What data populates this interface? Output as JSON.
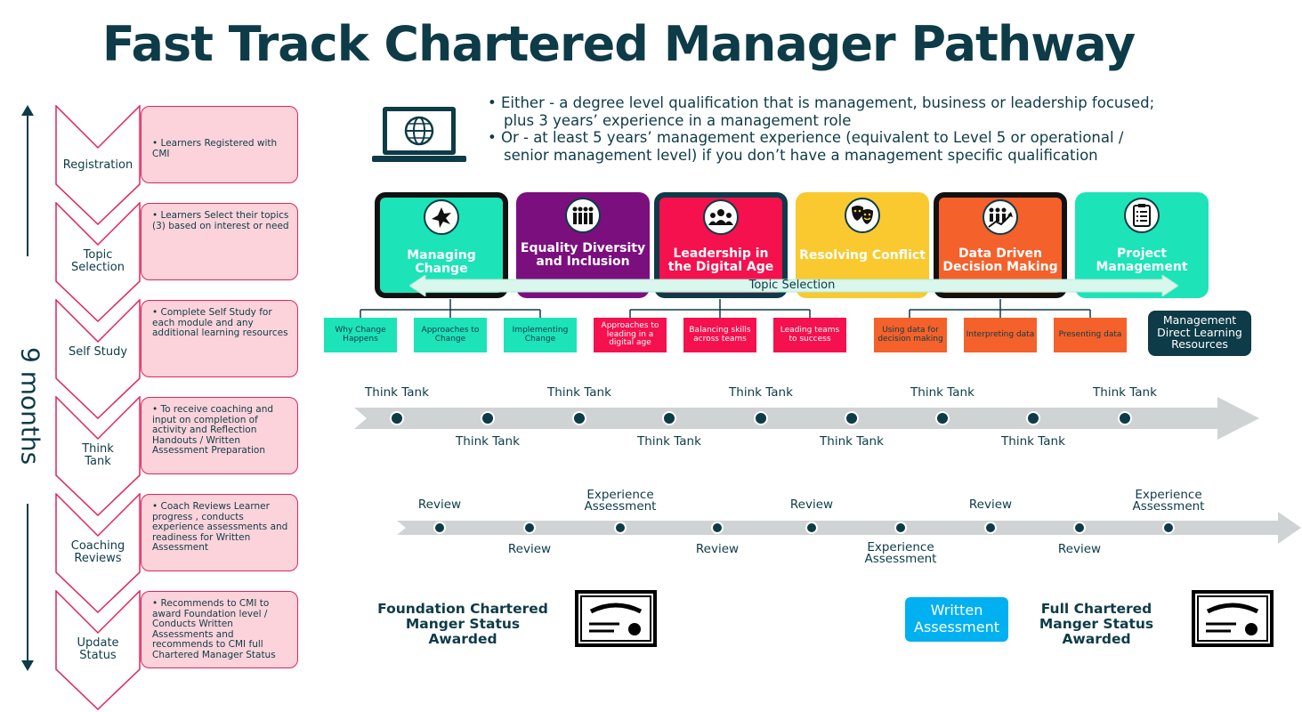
{
  "title": "Fast Track Chartered Manager Pathway",
  "duration_label": "9 months",
  "stages": [
    {
      "label": "Registration",
      "description": "Learners Registered with CMI"
    },
    {
      "label": "Topic Selection",
      "description": "Learners Select their topics (3) based on interest or need"
    },
    {
      "label": "Self Study",
      "description": "Complete Self Study for each module and any additional learning resources"
    },
    {
      "label": "Think Tank",
      "description": "To receive coaching and input on completion of activity and Reflection Handouts / Written Assessment Preparation"
    },
    {
      "label": "Coaching Reviews",
      "description": "Coach Reviews Learner progress , conducts experience assessments and readiness for Written Assessment"
    },
    {
      "label": "Update Status",
      "description": "Recommends to CMI to award Foundation level / Conducts Written Assessments and recommends to CMI full Chartered Manager Status"
    }
  ],
  "eligibility": [
    "Either - a degree level qualification that is management, business or leadership focused; plus 3 years’ experience in a management role",
    "Or - at least 5 years’ management experience (equivalent to Level 5 or operational / senior management level) if you don’t have a management specific qualification"
  ],
  "modules": [
    {
      "label": "Managing Change",
      "icon": "change-icon",
      "color": "#1de3b8"
    },
    {
      "label": "Equality Diversity and Inclusion",
      "icon": "group-icon",
      "color": "#7b0f7e"
    },
    {
      "label": "Leadership in the Digital Age",
      "icon": "team-icon",
      "color": "#f5104e"
    },
    {
      "label": "Resolving Conflict",
      "icon": "theatre-masks-icon",
      "color": "#f9c92f"
    },
    {
      "label": "Data Driven Decision Making",
      "icon": "data-growth-icon",
      "color": "#f4612a"
    },
    {
      "label": "Project Management",
      "icon": "checklist-icon",
      "color": "#1de3b8"
    }
  ],
  "topic_selection_label": "Topic Selection",
  "subtopics": {
    "managing_change": [
      "Why Change Happens",
      "Approaches to Change",
      "Implementing Change"
    ],
    "digital_age": [
      "Approaches to leading in a digital age",
      "Balancing skills across teams",
      "Leading teams to success"
    ],
    "data_driven": [
      "Using data for decision making",
      "Interpreting data",
      "Presenting data"
    ]
  },
  "management_resources": "Management Direct Learning Resources",
  "think_tank_label": "Think Tank",
  "review_timeline": [
    "Review",
    "Review",
    "Experience Assessment",
    "Review",
    "Review",
    "Experience Assessment",
    "Review",
    "Review",
    "Experience Assessment"
  ],
  "foundation_award": "Foundation Chartered Manger Status Awarded",
  "written_assessment": "Written Assessment",
  "full_award": "Full Chartered Manger Status Awarded",
  "colors": {
    "navy": "#0d3b47",
    "pink": "#fcd3da",
    "pink_border": "#e0245b",
    "timeline_grey": "#d0d3d4"
  }
}
